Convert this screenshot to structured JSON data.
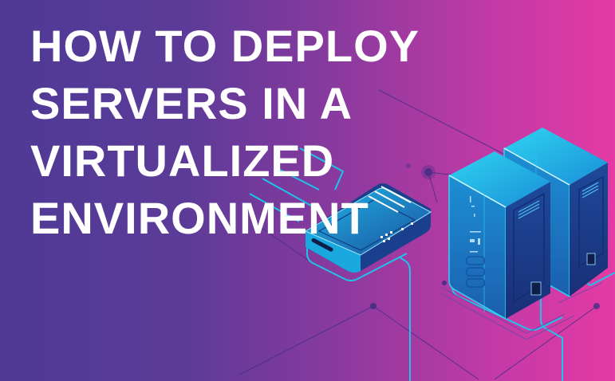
{
  "banner": {
    "title_lines": [
      "HOW TO DEPLOY",
      "SERVERS IN A",
      "VIRTUALIZED",
      "ENVIRONMENT"
    ],
    "colors": {
      "gradient_start": "#4e3a96",
      "gradient_end": "#e43aa4",
      "title": "#ffffff",
      "accent_cyan": "#1fc3ea",
      "server_dark": "#1d3e8a",
      "line_dark": "#4a2f86"
    },
    "illustration": {
      "elements": [
        "router-icon",
        "server-rack-icon",
        "server-rack-icon",
        "network-lines"
      ]
    }
  }
}
